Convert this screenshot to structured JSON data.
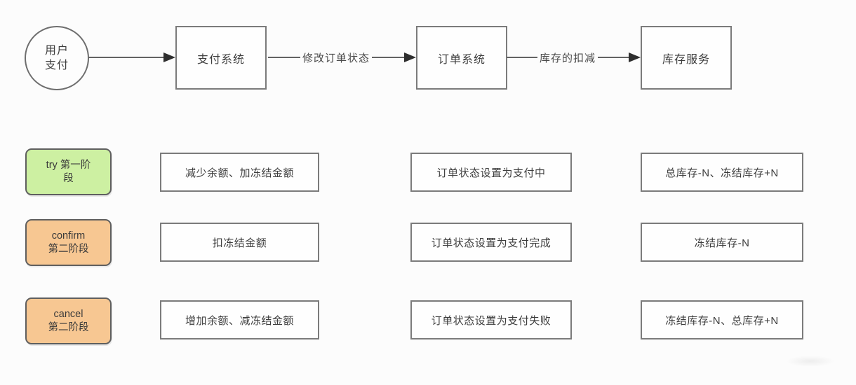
{
  "flow": {
    "start": {
      "line1": "用户",
      "line2": "支付"
    },
    "systems": [
      "支付系统",
      "订单系统",
      "库存服务"
    ],
    "edges": [
      "修改订单状态",
      "库存的扣减"
    ]
  },
  "phases": [
    {
      "label_line1": "try 第一阶",
      "label_line2": "段",
      "fill": "#cdf0a2",
      "steps": [
        "减少余额、加冻结金额",
        "订单状态设置为支付中",
        "总库存-N、冻结库存+N"
      ]
    },
    {
      "label_line1": "confirm",
      "label_line2": "第二阶段",
      "fill": "#f7c792",
      "steps": [
        "扣冻结金额",
        "订单状态设置为支付完成",
        "冻结库存-N"
      ]
    },
    {
      "label_line1": "cancel",
      "label_line2": "第二阶段",
      "fill": "#f7c792",
      "steps": [
        "增加余额、减冻结金额",
        "订单状态设置为支付失败",
        "冻结库存-N、总库存+N"
      ]
    }
  ],
  "colors": {
    "try_fill": "#cdf0a2",
    "confirm_cancel_fill": "#f7c792",
    "box_border": "#7b7b7b",
    "line": "#636363",
    "arrowhead": "#2e2e2e",
    "background": "#fcfcfc"
  }
}
